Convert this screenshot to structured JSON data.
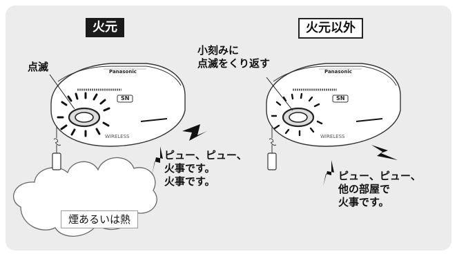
{
  "left": {
    "title": "火元",
    "blink_label": "点滅",
    "announcement": "ピュー、ピュー、\n火事です。\n火事です。",
    "smoke_label": "煙あるいは熱"
  },
  "right": {
    "title": "火元以外",
    "blink_label": "小刻みに\n点滅をくり返す",
    "announcement": "ピュー、ピュー、\n他の部屋で\n火事です。"
  },
  "device": {
    "brand": "Panasonic",
    "model_badge": "SN",
    "side_text": "WIRELESS"
  }
}
